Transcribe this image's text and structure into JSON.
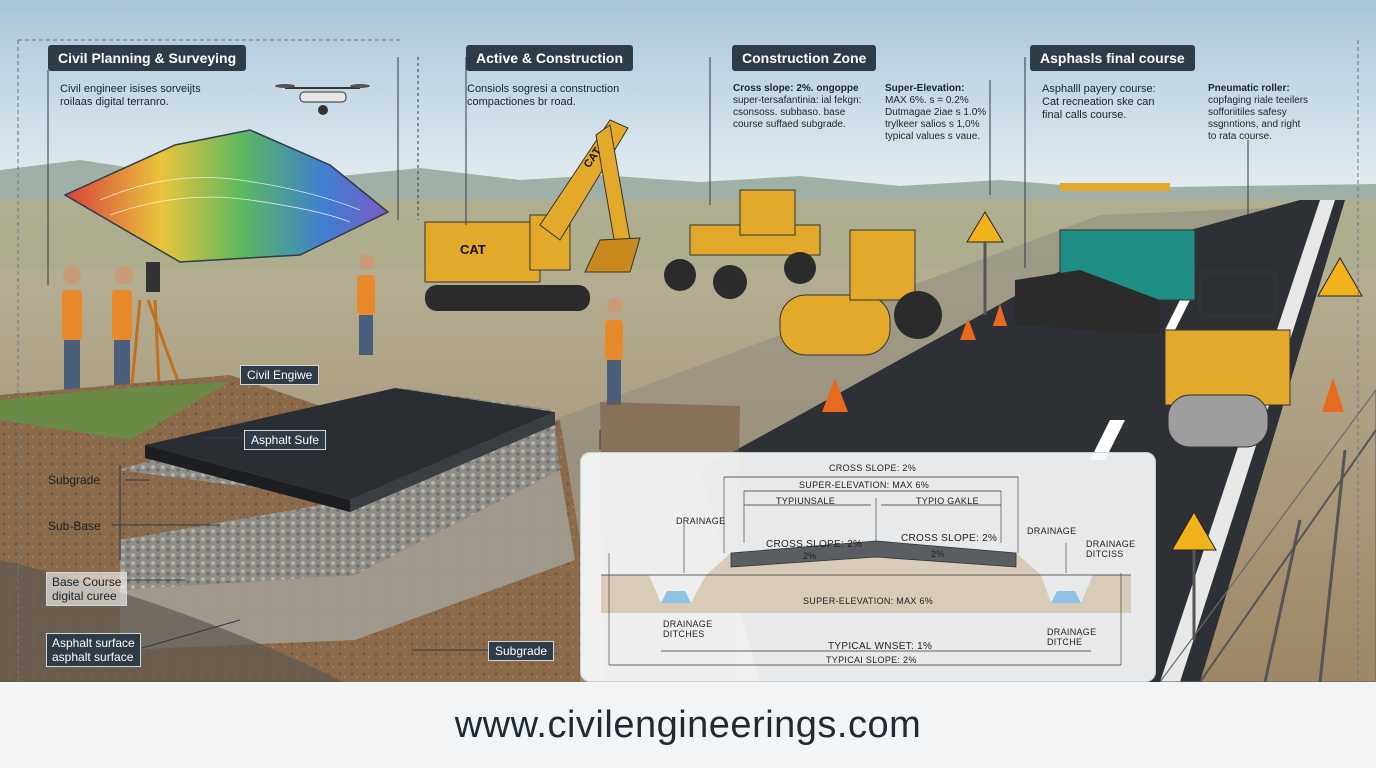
{
  "sections": {
    "planning": {
      "title": "Civil Planning & Surveying",
      "desc": [
        "Civil engineer isises sorveijts",
        "roilaas digital terranro."
      ]
    },
    "active": {
      "title": "Active & Construction",
      "desc": [
        "Consiols sogresi a construction",
        "compactiones br road."
      ]
    },
    "zone": {
      "title": "Construction Zone",
      "col1": [
        "Cross slope: 2%. ongoppe",
        "super-tersafantinia: ial fekgn:",
        "csonsoss. subbaso. base",
        "course suffaed subgrade."
      ],
      "col2": [
        "Super-Elevation:",
        "MAX 6%. s = 0.2%",
        "Dutmagae 2iae s 1.0%",
        "trylkeer salios s 1,0%",
        "typical values s vaue."
      ]
    },
    "final": {
      "title": "Asphasls final course",
      "desc": [
        "Asphalll payery course:",
        "Cat recneation ske can",
        "final calls course."
      ],
      "roller": [
        "Pneumatic roller:",
        "copfaging riale teeilers",
        "sofforiitiles safesy",
        "ssgnntions, and right",
        "to rata course."
      ]
    }
  },
  "layer_labels": {
    "civil_engine": "Civil Engiwe",
    "asphalt_sufe": "Asphalt Sufe",
    "subgrade_left": "Subgrade",
    "sub_base": "Sub-Base",
    "base_course": [
      "Base Course",
      "digital curee"
    ],
    "asphalt_surface": [
      "Asphalt surface",
      "asphalt surface"
    ],
    "subgrade_bottom": "Subgrade"
  },
  "cross_section": {
    "cross_slope_top": "CROSS SLOPE: 2%",
    "super_elevation_top": "SUPER-ELEVATION: MAX 6%",
    "typical_left": "TYPIUNSALE",
    "typical_right": "TYPIO GAKLE",
    "drainage_left": "DRAINAGE",
    "drainage_right": [
      "DRAINAGE",
      "DRAINAGE",
      "DITCISS"
    ],
    "cross_slope_left": "CROSS SLOPE: 2%",
    "pct_left": "2%",
    "cross_slope_right": "CROSS SLOPE: 2%",
    "pct_right": "2%",
    "super_elevation_mid": "SUPER-ELEVATION: MAX 6%",
    "ditch_left": [
      "DRAINAGE",
      "DITCHES"
    ],
    "ditch_right": [
      "DRAINAGE",
      "DITCHE"
    ],
    "typical_inset": "TYPICAL WNSET: 1%",
    "typical_slope": "TYPICAI SLOPE: 2%"
  },
  "vehicles": {
    "excavator_brand": "CAT",
    "excavator_logo": "CAT"
  },
  "footer": {
    "url": "www.civilengineerings.com"
  },
  "colors": {
    "header_bg": "#2f3b47",
    "machine_yellow": "#e3a92a",
    "paver_teal": "#1f8f86",
    "asphalt": "#2a2d31"
  },
  "icons": [
    "drone-icon",
    "warning-sign-icon",
    "traffic-cone-icon"
  ]
}
